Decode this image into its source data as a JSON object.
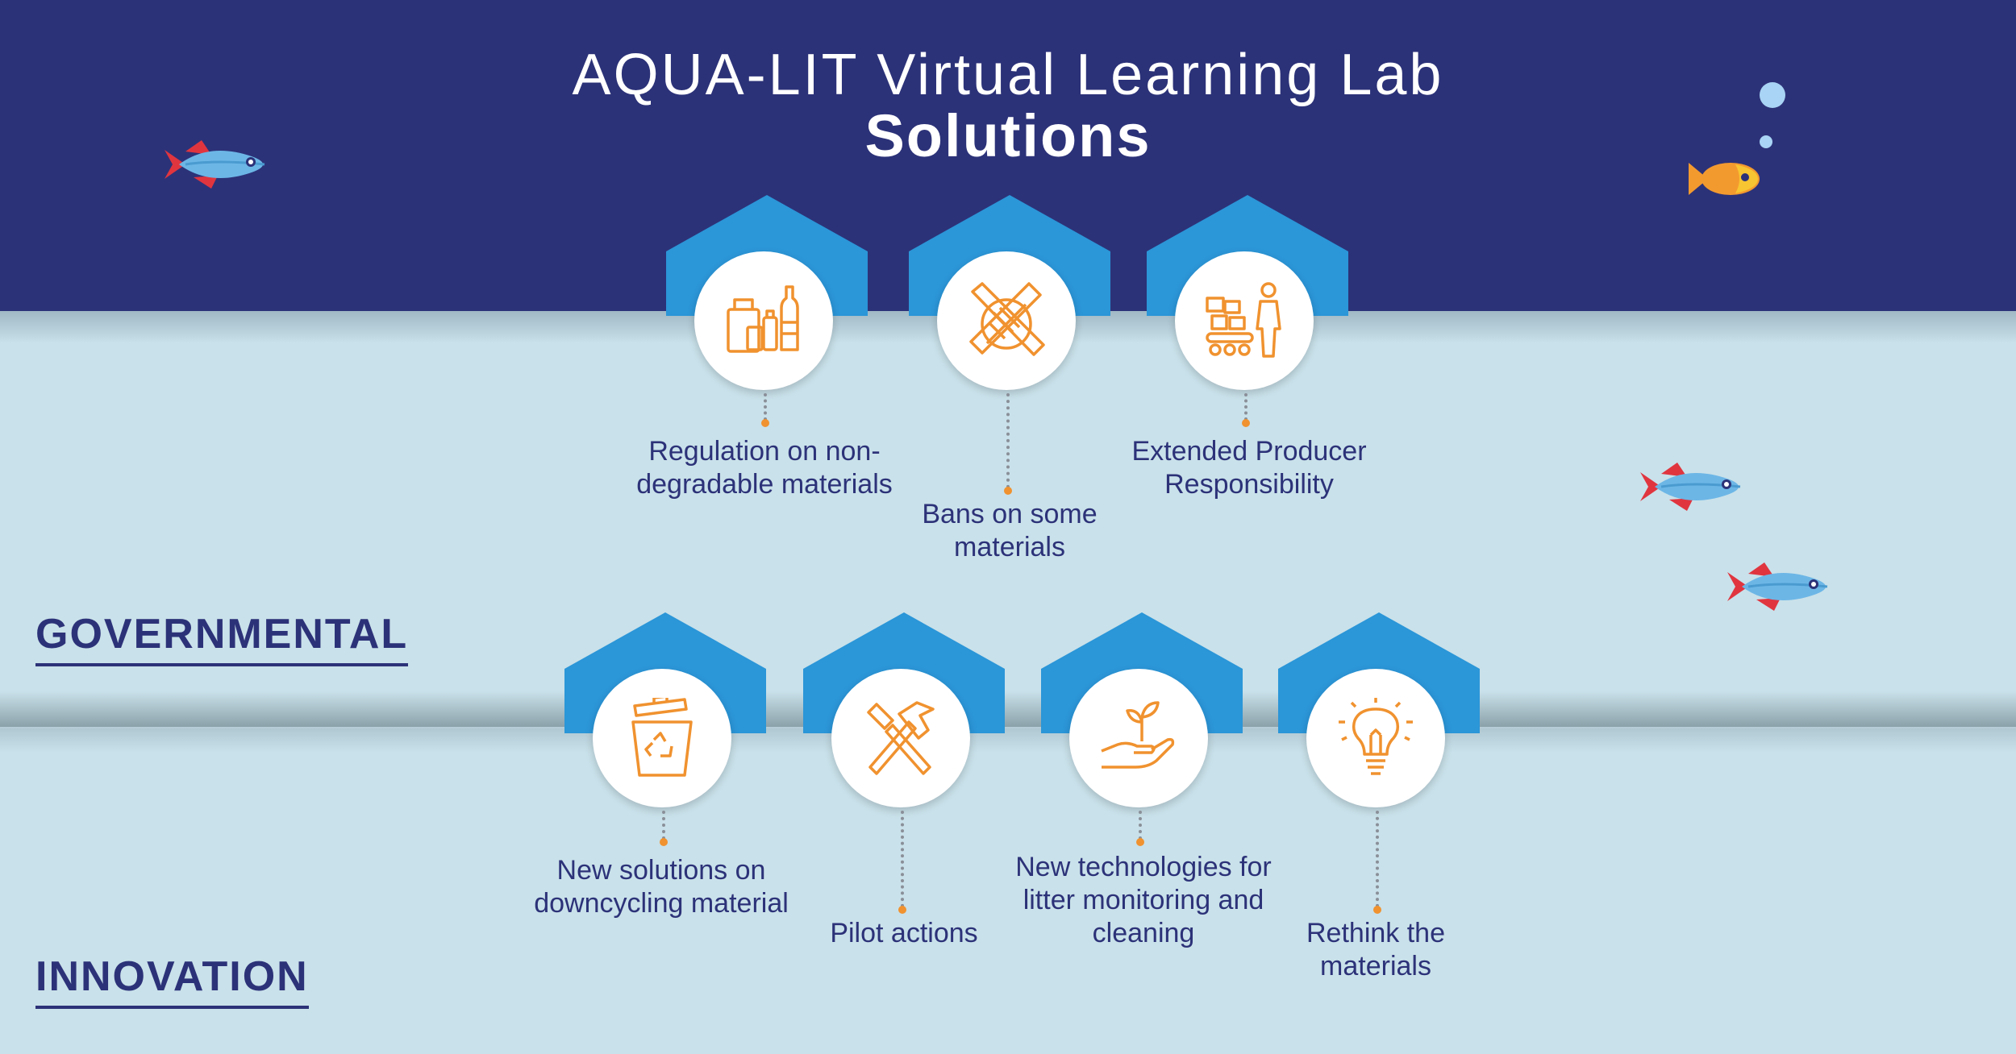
{
  "header": {
    "title": "AQUA-LIT Virtual Learning Lab",
    "subtitle": "Solutions"
  },
  "sections": {
    "governmental": "GOVERNMENTAL",
    "innovation": "INNOVATION"
  },
  "governmental_items": [
    {
      "label": "Regulation on non-degradable materials",
      "icon": "packaging-icon"
    },
    {
      "label": "Bans on some materials",
      "icon": "ban-plastic-icon"
    },
    {
      "label": "Extended Producer Responsibility",
      "icon": "producer-conveyor-icon"
    }
  ],
  "innovation_items": [
    {
      "label": "New solutions on downcycling material",
      "icon": "recycle-bin-icon"
    },
    {
      "label": "Pilot actions",
      "icon": "hammer-tools-icon"
    },
    {
      "label": "New technologies for litter monitoring and cleaning",
      "icon": "plant-hand-icon"
    },
    {
      "label": "Rethink the materials",
      "icon": "light-bulb-icon"
    }
  ],
  "colors": {
    "navy": "#2c3278",
    "background": "#c9e1ea",
    "house_blue": "#2b96d8",
    "icon_orange": "#f0922f",
    "fish_blue": "#6cb6e6",
    "fish_red": "#e0353f",
    "fish_orange": "#f39a2f"
  },
  "decorations": [
    "fish-icon",
    "goldfish-icon",
    "bubble-icon"
  ]
}
